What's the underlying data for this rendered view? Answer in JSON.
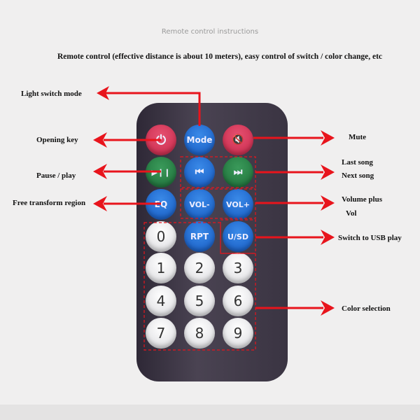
{
  "subtitle": "Remote control instructions",
  "headline": "Remote control (effective distance is about 10 meters), easy control of switch / color change, etc",
  "labels": {
    "light_switch_mode": "Light switch mode",
    "opening_key": "Opening key",
    "pause_play": "Pause / play",
    "free_transform": "Free transform region",
    "mute": "Mute",
    "last_song": "Last song",
    "next_song": "Next song",
    "volume_plus": "Volume plus",
    "vol": "Vol",
    "switch_usb": "Switch to USB play",
    "color_selection": "Color selection"
  },
  "buttons": {
    "power": "⏻",
    "mode": "Mode",
    "mute": "🔇",
    "play_pause": "▶❙❙",
    "prev": "⏮",
    "next": "⏭",
    "eq": "EQ",
    "vol_minus": "VOL-",
    "vol_plus": "VOL+",
    "zero": "0",
    "rpt": "RPT",
    "usd": "U/SD",
    "n1": "1",
    "n2": "2",
    "n3": "3",
    "n4": "4",
    "n5": "5",
    "n6": "6",
    "n7": "7",
    "n8": "8",
    "n9": "9"
  },
  "colors": {
    "annotation": "#e8141c",
    "remote": "#3a3442"
  }
}
